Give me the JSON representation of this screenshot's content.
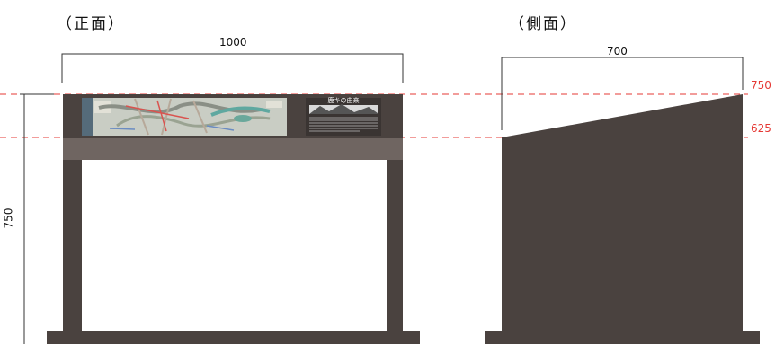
{
  "front_view": {
    "title": "（正面）",
    "width_label": "1000",
    "height_label": "750",
    "panel": {
      "heading": "鹿キの由来"
    }
  },
  "side_view": {
    "title": "（側面）",
    "depth_label": "700"
  },
  "levels": {
    "top_label": "750",
    "lower_label": "625"
  },
  "colors": {
    "structure": "#4a423f",
    "band": "#6f6561",
    "guide_red": "#e53935",
    "dimension_line": "#333333",
    "map_base": "#c9cdc4"
  }
}
